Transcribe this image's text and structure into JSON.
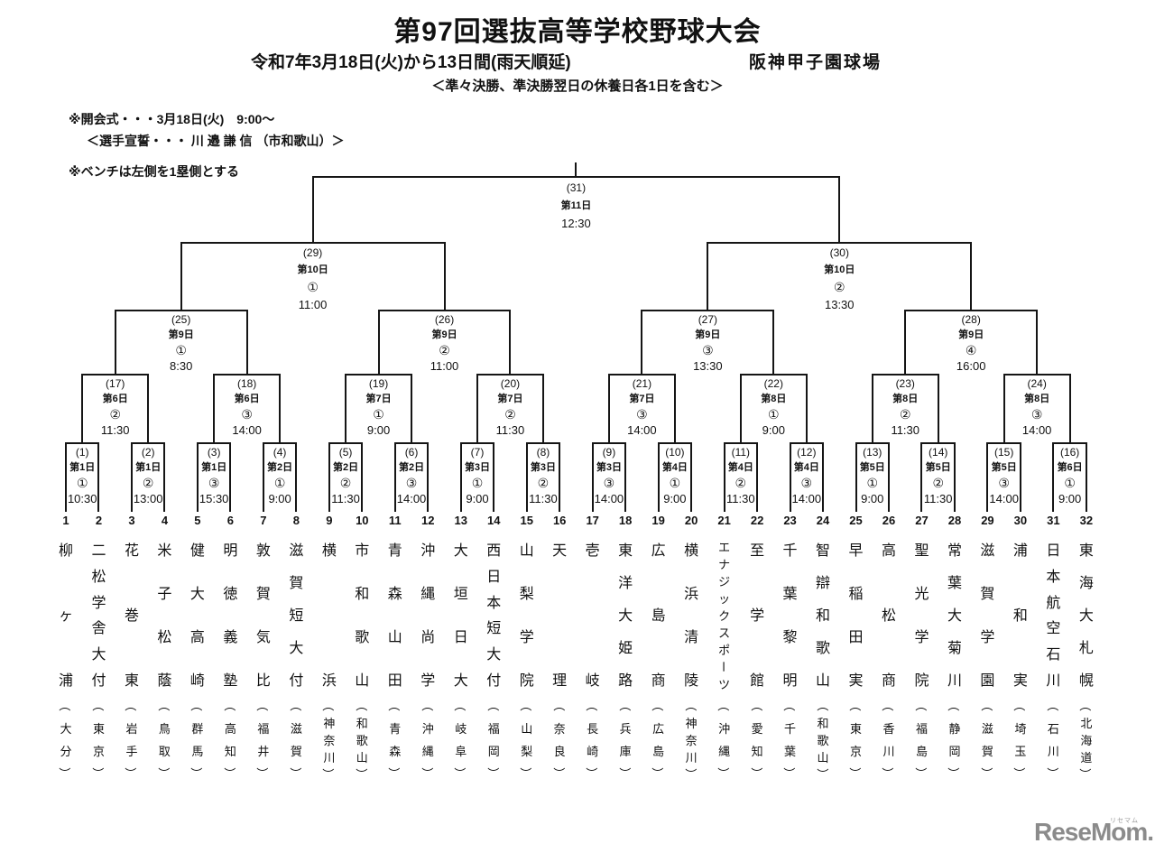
{
  "header": {
    "title": "第97回選抜高等学校野球大会",
    "date_line": "令和7年3月18日(火)から13日間(雨天順延)",
    "venue": "阪神甲子園球場",
    "rest_note": "＜準々決勝、準決勝翌日の休養日各1日を含む＞"
  },
  "notes": {
    "opening_ceremony": "※開会式・・・3月18日(火)　9:00～",
    "oath": "＜選手宣誓・・・ 川 邉 謙 信 （市和歌山）＞",
    "bench": "※ベンチは左側を1塁側とする"
  },
  "bracket": {
    "pref_paren_open": "（",
    "pref_paren_close": "）",
    "teams": [
      {
        "no": "1",
        "name": "柳ヶ浦",
        "pref": "大分"
      },
      {
        "no": "2",
        "name": "二松学舎大付",
        "pref": "東京"
      },
      {
        "no": "3",
        "name": "花巻東",
        "pref": "岩手"
      },
      {
        "no": "4",
        "name": "米子松蔭",
        "pref": "鳥取"
      },
      {
        "no": "5",
        "name": "健大高崎",
        "pref": "群馬"
      },
      {
        "no": "6",
        "name": "明徳義塾",
        "pref": "高知"
      },
      {
        "no": "7",
        "name": "敦賀気比",
        "pref": "福井"
      },
      {
        "no": "8",
        "name": "滋賀短大付",
        "pref": "滋賀"
      },
      {
        "no": "9",
        "name": "横浜",
        "pref": "神奈川"
      },
      {
        "no": "10",
        "name": "市和歌山",
        "pref": "和歌山"
      },
      {
        "no": "11",
        "name": "青森山田",
        "pref": "青森"
      },
      {
        "no": "12",
        "name": "沖縄尚学",
        "pref": "沖縄"
      },
      {
        "no": "13",
        "name": "大垣日大",
        "pref": "岐阜"
      },
      {
        "no": "14",
        "name": "西日本短大付",
        "pref": "福岡"
      },
      {
        "no": "15",
        "name": "山梨学院",
        "pref": "山梨"
      },
      {
        "no": "16",
        "name": "天理",
        "pref": "奈良"
      },
      {
        "no": "17",
        "name": "壱岐",
        "pref": "長崎"
      },
      {
        "no": "18",
        "name": "東洋大姫路",
        "pref": "兵庫"
      },
      {
        "no": "19",
        "name": "広島商",
        "pref": "広島"
      },
      {
        "no": "20",
        "name": "横浜清陵",
        "pref": "神奈川"
      },
      {
        "no": "21",
        "name": "エナジックスポーツ",
        "pref": "沖縄"
      },
      {
        "no": "22",
        "name": "至学館",
        "pref": "愛知"
      },
      {
        "no": "23",
        "name": "千葉黎明",
        "pref": "千葉"
      },
      {
        "no": "24",
        "name": "智辯和歌山",
        "pref": "和歌山"
      },
      {
        "no": "25",
        "name": "早稲田実",
        "pref": "東京"
      },
      {
        "no": "26",
        "name": "高松商",
        "pref": "香川"
      },
      {
        "no": "27",
        "name": "聖光学院",
        "pref": "福島"
      },
      {
        "no": "28",
        "name": "常葉大菊川",
        "pref": "静岡"
      },
      {
        "no": "29",
        "name": "滋賀学園",
        "pref": "滋賀"
      },
      {
        "no": "30",
        "name": "浦和実",
        "pref": "埼玉"
      },
      {
        "no": "31",
        "name": "日本航空石川",
        "pref": "石川"
      },
      {
        "no": "32",
        "name": "東海大札幌",
        "pref": "北海道"
      }
    ],
    "rounds": [
      [
        {
          "no": "(1)",
          "day": "第1日",
          "game": "①",
          "time": "10:30"
        },
        {
          "no": "(2)",
          "day": "第1日",
          "game": "②",
          "time": "13:00"
        },
        {
          "no": "(3)",
          "day": "第1日",
          "game": "③",
          "time": "15:30"
        },
        {
          "no": "(4)",
          "day": "第2日",
          "game": "①",
          "time": "9:00"
        },
        {
          "no": "(5)",
          "day": "第2日",
          "game": "②",
          "time": "11:30"
        },
        {
          "no": "(6)",
          "day": "第2日",
          "game": "③",
          "time": "14:00"
        },
        {
          "no": "(7)",
          "day": "第3日",
          "game": "①",
          "time": "9:00"
        },
        {
          "no": "(8)",
          "day": "第3日",
          "game": "②",
          "time": "11:30"
        },
        {
          "no": "(9)",
          "day": "第3日",
          "game": "③",
          "time": "14:00"
        },
        {
          "no": "(10)",
          "day": "第4日",
          "game": "①",
          "time": "9:00"
        },
        {
          "no": "(11)",
          "day": "第4日",
          "game": "②",
          "time": "11:30"
        },
        {
          "no": "(12)",
          "day": "第4日",
          "game": "③",
          "time": "14:00"
        },
        {
          "no": "(13)",
          "day": "第5日",
          "game": "①",
          "time": "9:00"
        },
        {
          "no": "(14)",
          "day": "第5日",
          "game": "②",
          "time": "11:30"
        },
        {
          "no": "(15)",
          "day": "第5日",
          "game": "③",
          "time": "14:00"
        },
        {
          "no": "(16)",
          "day": "第6日",
          "game": "①",
          "time": "9:00"
        }
      ],
      [
        {
          "no": "(17)",
          "day": "第6日",
          "game": "②",
          "time": "11:30"
        },
        {
          "no": "(18)",
          "day": "第6日",
          "game": "③",
          "time": "14:00"
        },
        {
          "no": "(19)",
          "day": "第7日",
          "game": "①",
          "time": "9:00"
        },
        {
          "no": "(20)",
          "day": "第7日",
          "game": "②",
          "time": "11:30"
        },
        {
          "no": "(21)",
          "day": "第7日",
          "game": "③",
          "time": "14:00"
        },
        {
          "no": "(22)",
          "day": "第8日",
          "game": "①",
          "time": "9:00"
        },
        {
          "no": "(23)",
          "day": "第8日",
          "game": "②",
          "time": "11:30"
        },
        {
          "no": "(24)",
          "day": "第8日",
          "game": "③",
          "time": "14:00"
        }
      ],
      [
        {
          "no": "(25)",
          "day": "第9日",
          "game": "①",
          "time": "8:30"
        },
        {
          "no": "(26)",
          "day": "第9日",
          "game": "②",
          "time": "11:00"
        },
        {
          "no": "(27)",
          "day": "第9日",
          "game": "③",
          "time": "13:30"
        },
        {
          "no": "(28)",
          "day": "第9日",
          "game": "④",
          "time": "16:00"
        }
      ],
      [
        {
          "no": "(29)",
          "day": "第10日",
          "game": "①",
          "time": "11:00"
        },
        {
          "no": "(30)",
          "day": "第10日",
          "game": "②",
          "time": "13:30"
        }
      ],
      [
        {
          "no": "(31)",
          "day": "第11日",
          "game": "",
          "time": "12:30"
        }
      ]
    ]
  },
  "footer": {
    "logo_text": "ReseMom",
    "logo_suffix": ".",
    "logo_ruby": "リセマム"
  }
}
